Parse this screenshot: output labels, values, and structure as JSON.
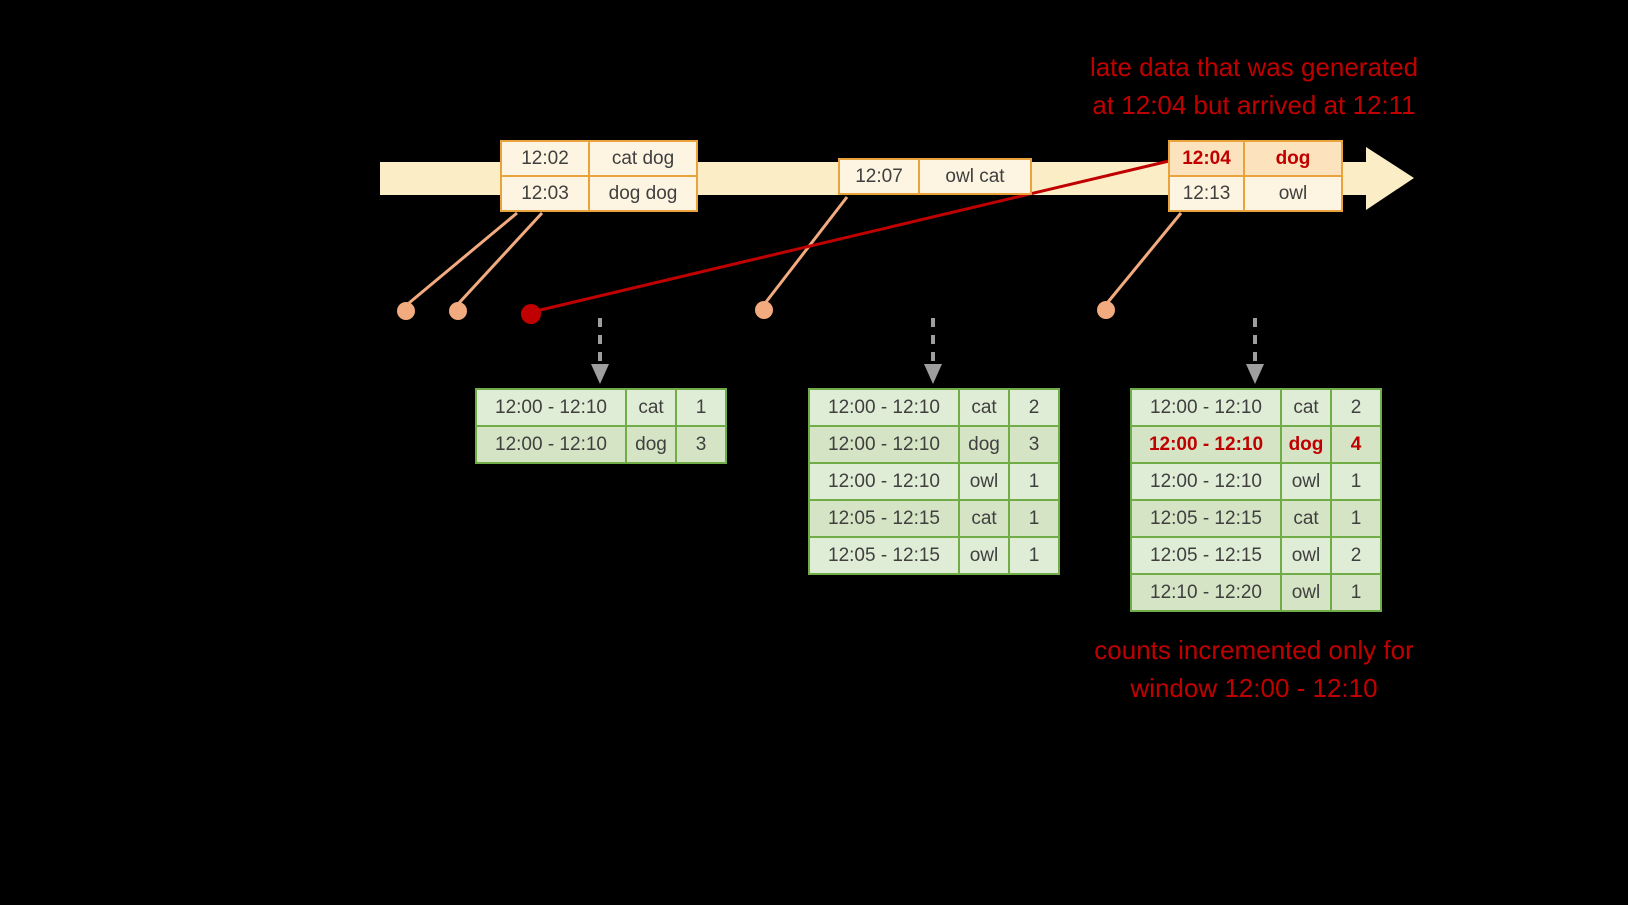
{
  "notes": {
    "late_data_line1": "late data that was generated",
    "late_data_line2": "at 12:04 but arrived at 12:11",
    "counts_line1": "counts incremented only for",
    "counts_line2": "window 12:00 - 12:10"
  },
  "event_tables": [
    {
      "rows": [
        {
          "time": "12:02",
          "words": "cat dog",
          "late": false
        },
        {
          "time": "12:03",
          "words": "dog dog",
          "late": false
        }
      ]
    },
    {
      "rows": [
        {
          "time": "12:07",
          "words": "owl cat",
          "late": false
        }
      ]
    },
    {
      "rows": [
        {
          "time": "12:04",
          "words": "dog",
          "late": true
        },
        {
          "time": "12:13",
          "words": "owl",
          "late": false
        }
      ]
    }
  ],
  "result_tables": [
    {
      "rows": [
        {
          "window": "12:00 - 12:10",
          "word": "cat",
          "count": "1",
          "highlight": false
        },
        {
          "window": "12:00 - 12:10",
          "word": "dog",
          "count": "3",
          "highlight": false
        }
      ]
    },
    {
      "rows": [
        {
          "window": "12:00 - 12:10",
          "word": "cat",
          "count": "2",
          "highlight": false
        },
        {
          "window": "12:00 - 12:10",
          "word": "dog",
          "count": "3",
          "highlight": false
        },
        {
          "window": "12:00 - 12:10",
          "word": "owl",
          "count": "1",
          "highlight": false
        },
        {
          "window": "12:05 - 12:15",
          "word": "cat",
          "count": "1",
          "highlight": false
        },
        {
          "window": "12:05 - 12:15",
          "word": "owl",
          "count": "1",
          "highlight": false
        }
      ]
    },
    {
      "rows": [
        {
          "window": "12:00 - 12:10",
          "word": "cat",
          "count": "2",
          "highlight": false
        },
        {
          "window": "12:00 - 12:10",
          "word": "dog",
          "count": "4",
          "highlight": true
        },
        {
          "window": "12:00 - 12:10",
          "word": "owl",
          "count": "1",
          "highlight": false
        },
        {
          "window": "12:05 - 12:15",
          "word": "cat",
          "count": "1",
          "highlight": false
        },
        {
          "window": "12:05 - 12:15",
          "word": "owl",
          "count": "2",
          "highlight": false
        },
        {
          "window": "12:10 - 12:20",
          "word": "owl",
          "count": "1",
          "highlight": false
        }
      ]
    }
  ],
  "colors": {
    "background": "#000000",
    "red": "#c00000",
    "timeline_fill": "#fbeec6",
    "event_border": "#e9a23c",
    "event_fill": "#fdf5e2",
    "event_late_fill": "#fce2bd",
    "dot_salmon": "#f2ab7e",
    "result_border": "#70ad47",
    "result_fill_even": "#e0edd6",
    "result_fill_odd": "#d5e4c4",
    "arrow_gray": "#9e9e9e",
    "table_text": "#3f3f3f"
  }
}
